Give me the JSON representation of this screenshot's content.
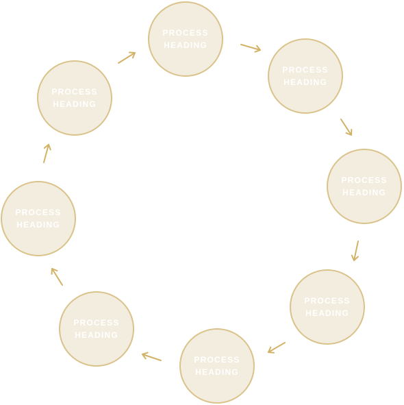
{
  "theme": {
    "node_fill": "#f3eddf",
    "node_border": "#d9c38a",
    "label_color": "#ffffff",
    "arrow_color": "#d2b266"
  },
  "cycle": {
    "direction": "clockwise",
    "steps": [
      {
        "label": "PROCESS\nHEADING"
      },
      {
        "label": "PROCESS\nHEADING"
      },
      {
        "label": "PROCESS\nHEADING"
      },
      {
        "label": "PROCESS\nHEADING"
      },
      {
        "label": "PROCESS\nHEADING"
      },
      {
        "label": "PROCESS\nHEADING"
      },
      {
        "label": "PROCESS\nHEADING"
      },
      {
        "label": "PROCESS\nHEADING"
      }
    ],
    "arrow_icon": "arrow-icon"
  }
}
